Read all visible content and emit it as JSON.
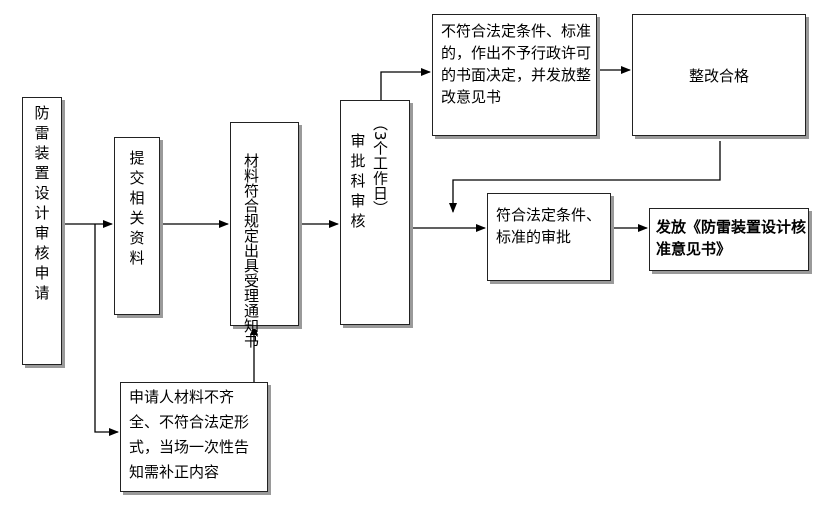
{
  "nodes": {
    "apply": "防雷装置设计审核申请",
    "submit": "提交相关资料",
    "notice": "材料符合规定出具受理通知书",
    "review_title": "审批科审核",
    "review_note": "（3个工作日）",
    "reject": "不符合法定条件、标准的，作出不予行政许可的书面决定，并发放整改意见书",
    "rectify": "整改合格",
    "approve": "符合法定条件、标准的审批",
    "issue": "发放《防雷装置设计核准意见书》",
    "incomplete": "申请人材料不齐全、不符合法定形式，当场一次性告知需补正内容"
  },
  "colors": {
    "border": "#222222",
    "shadow": "#9a9a9a",
    "line": "#000000"
  }
}
